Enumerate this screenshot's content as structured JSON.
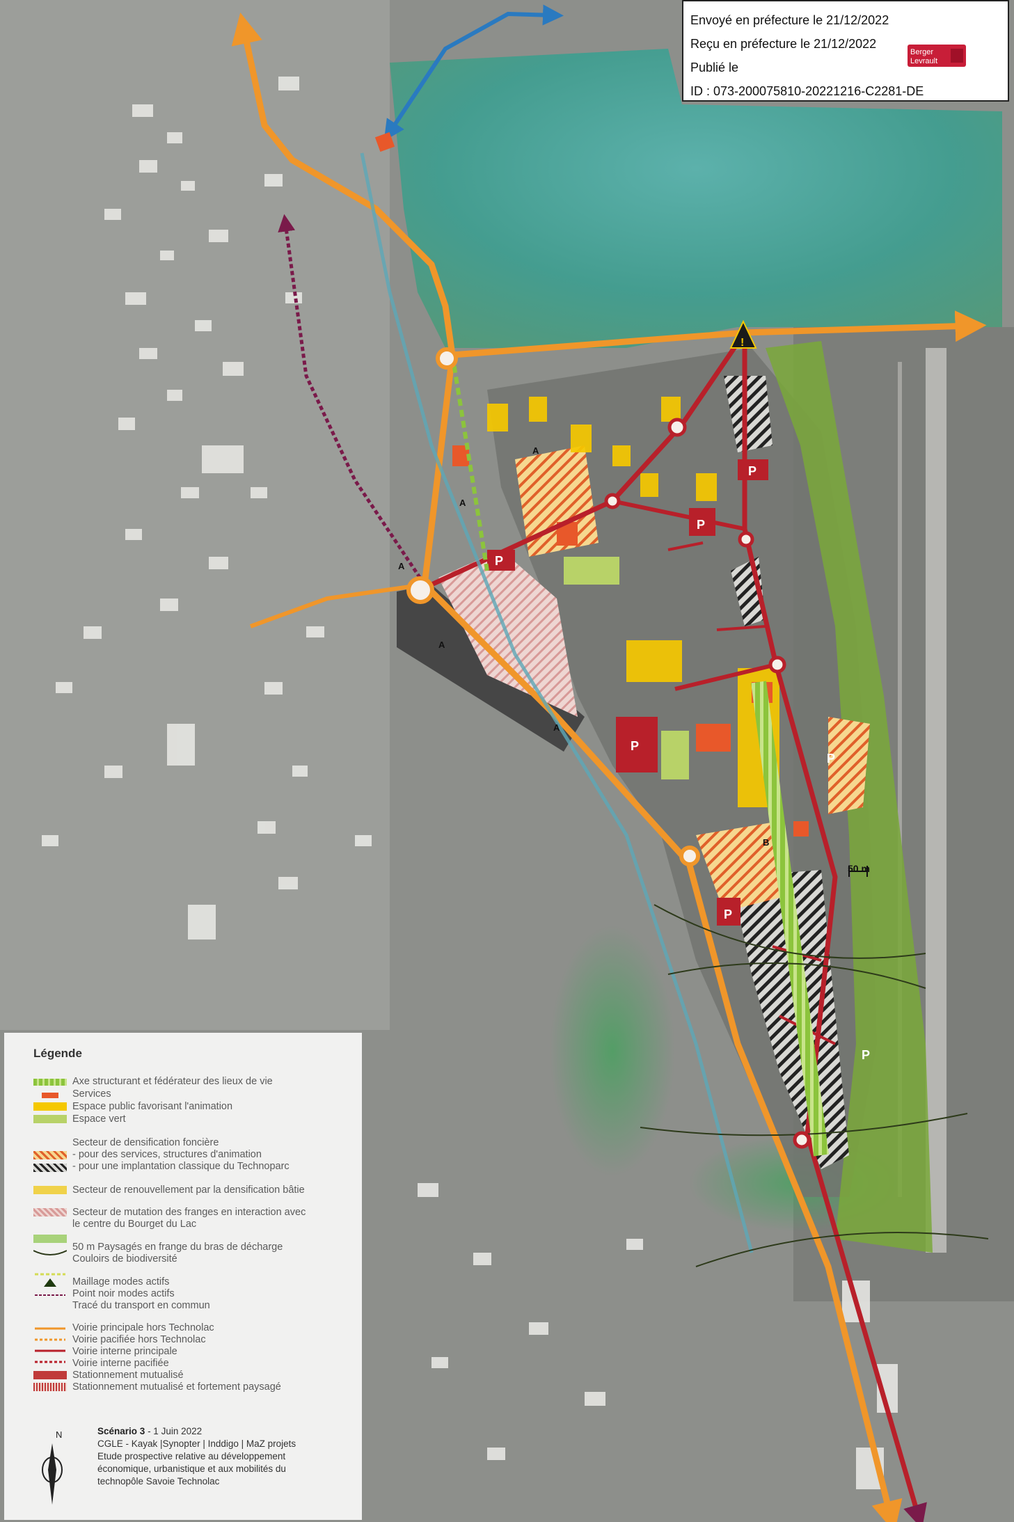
{
  "stamp": {
    "sent": "Envoyé en préfecture le 21/12/2022",
    "received": "Reçu en préfecture le 21/12/2022",
    "published": "Publié le",
    "id": "ID : 073-200075810-20221216-C2281-DE",
    "logo_text": "Berger Levrault"
  },
  "map_labels": {
    "scale": "50 m",
    "parking": "P",
    "zone_a": "A",
    "zone_b": "B",
    "warning": "!"
  },
  "legend": {
    "title": "Légende",
    "items": [
      {
        "label": "Axe structurant et fédérateur des lieux de vie",
        "color": "#8cc43c"
      },
      {
        "label": "Services",
        "color": "#e8582a"
      },
      {
        "label": "Espace public favorisant l'animation",
        "color": "#f5c800"
      },
      {
        "label": "Espace vert",
        "color": "#b8d268"
      },
      {
        "label": "Secteur de densification foncière",
        "color": ""
      },
      {
        "label": "- pour des services, structures d'animation",
        "color": "#f0a05a"
      },
      {
        "label": "- pour une implantation classique du Technoparc",
        "color": "#222222"
      },
      {
        "label": "Secteur de renouvellement par la densification bâtie",
        "color": "#f0d24a"
      },
      {
        "label": "Secteur de mutation des franges en interaction avec",
        "color": "#e8b4b4"
      },
      {
        "label": "le centre du Bourget du Lac",
        "color": ""
      },
      {
        "label": "50 m Paysagés en frange du bras de décharge",
        "color": "#a8d27a"
      },
      {
        "label": "Couloirs de biodiversité",
        "color": "#2d3a1a"
      },
      {
        "label": "Maillage modes actifs",
        "color": "#d4dc54"
      },
      {
        "label": "Point noir modes actifs",
        "color": "#1f3a0f"
      },
      {
        "label": "Tracé du transport en commun",
        "color": "#7a1a4a"
      },
      {
        "label": "Voirie principale hors Technolac",
        "color": "#f0962a"
      },
      {
        "label": "Voirie pacifiée hors Technolac",
        "color": "#f0962a"
      },
      {
        "label": "Voirie interne principale",
        "color": "#b8202a"
      },
      {
        "label": "Voirie interne pacifiée",
        "color": "#b8202a"
      },
      {
        "label": "Stationnement mutualisé",
        "color": "#c03a3a"
      },
      {
        "label": "Stationnement mutualisé et fortement paysagé",
        "color": "#c03a3a"
      }
    ]
  },
  "credits": {
    "scenario": "Scénario 3",
    "date": "- 1 Juin 2022",
    "line1": "CGLE - Kayak |Synopter | Inddigo | MaZ projets",
    "line2": "Etude prospective relative au développement",
    "line3": "économique, urbanistique et aux mobilités du",
    "line4": "technopôle Savoie Technolac",
    "north": "N"
  },
  "colors": {
    "main_road": "#f0962a",
    "internal_road": "#b8202a",
    "water_route": "#2a7ac0",
    "green_space": "#8cc43c",
    "lake": "#4aa8a8"
  }
}
